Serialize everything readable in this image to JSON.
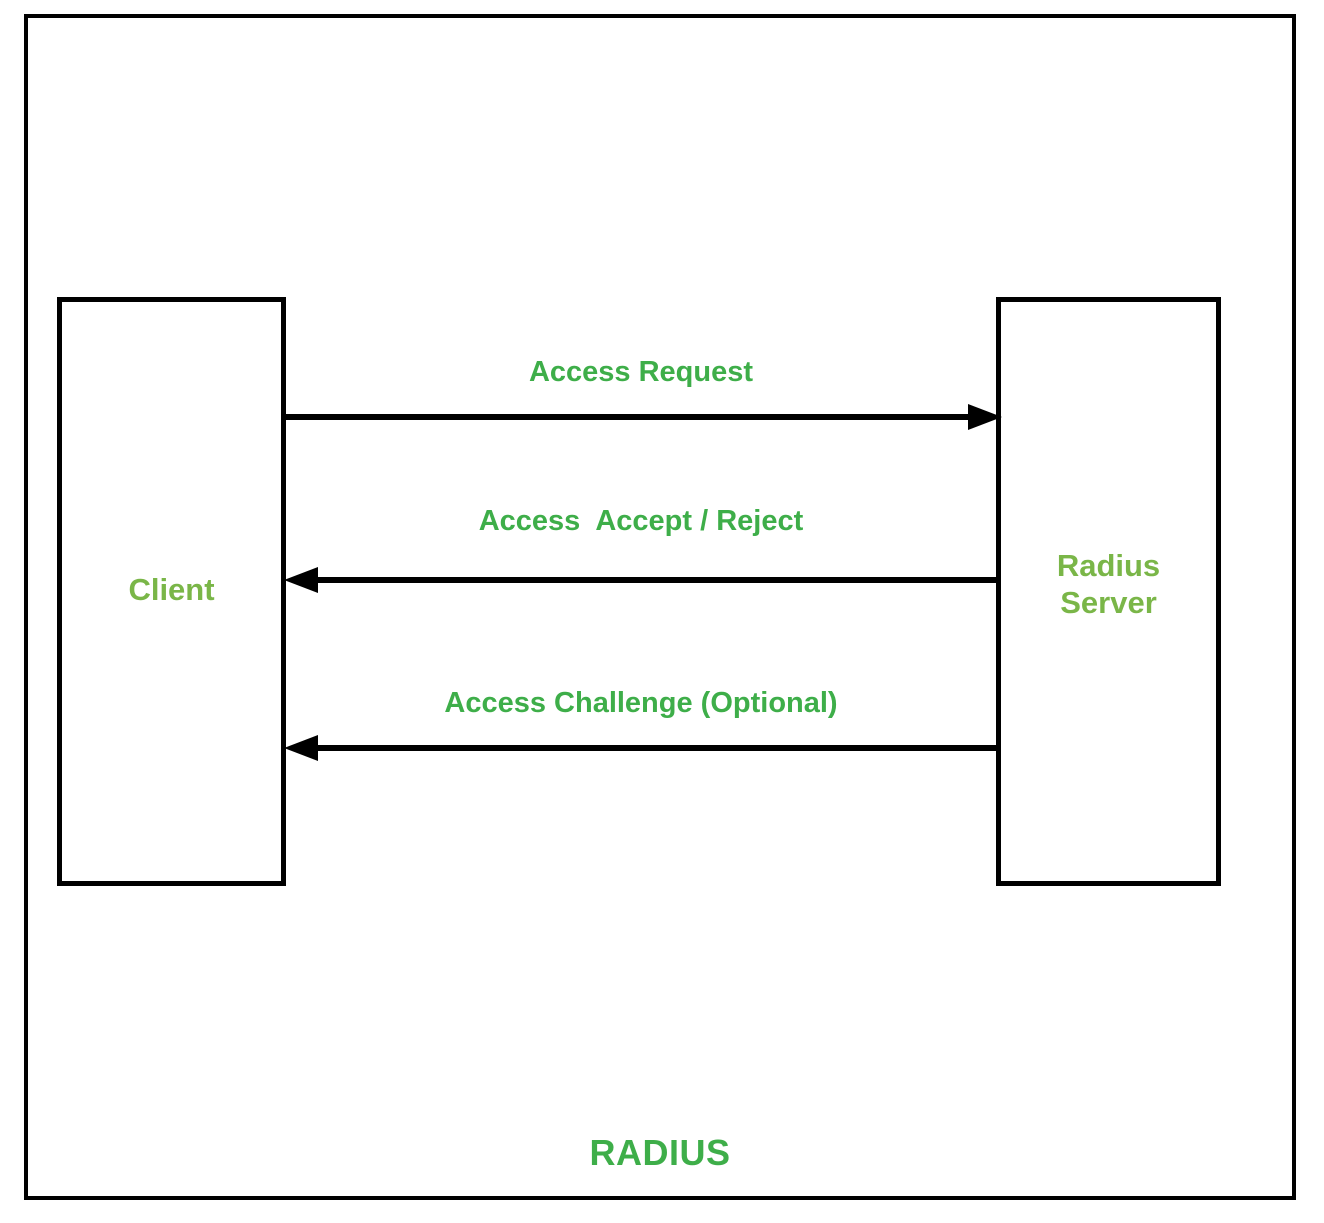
{
  "diagram": {
    "caption": "RADIUS",
    "colors": {
      "message_green": "#3EAE49",
      "node_green": "#7AB648",
      "stroke_black": "#000000",
      "background_white": "#FFFFFF"
    },
    "nodes": [
      {
        "id": "client",
        "label": "Client"
      },
      {
        "id": "radius-server",
        "label": "Radius\nServer"
      }
    ],
    "messages": [
      {
        "id": "access-request",
        "label": "Access Request",
        "from": "client",
        "to": "radius-server",
        "direction": "right"
      },
      {
        "id": "access-accept-reject",
        "label": "Access  Accept / Reject",
        "from": "radius-server",
        "to": "client",
        "direction": "left"
      },
      {
        "id": "access-challenge",
        "label": "Access Challenge (Optional)",
        "from": "radius-server",
        "to": "client",
        "direction": "left"
      }
    ]
  }
}
